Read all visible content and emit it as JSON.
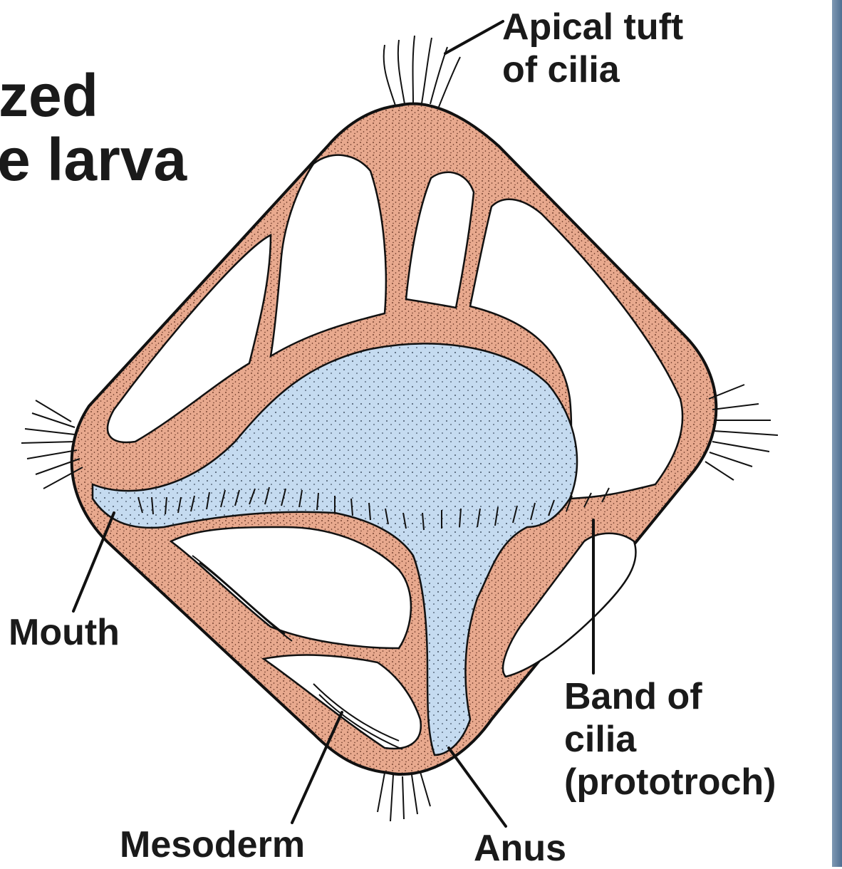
{
  "title": {
    "line1": "zed",
    "line2": "e larva"
  },
  "labels": {
    "apical_tuft_line1": "Apical tuft",
    "apical_tuft_line2": "of cilia",
    "mouth": "Mouth",
    "band_line1": "Band of",
    "band_line2": "cilia",
    "band_line3": "(prototroch)",
    "mesoderm": "Mesoderm",
    "anus": "Anus"
  },
  "colors": {
    "body_tissue": "#e8a98e",
    "gut": "#c5dbf0",
    "lumen": "#ffffff",
    "outline": "#111111",
    "edge_bar": "#5b7a9c"
  }
}
